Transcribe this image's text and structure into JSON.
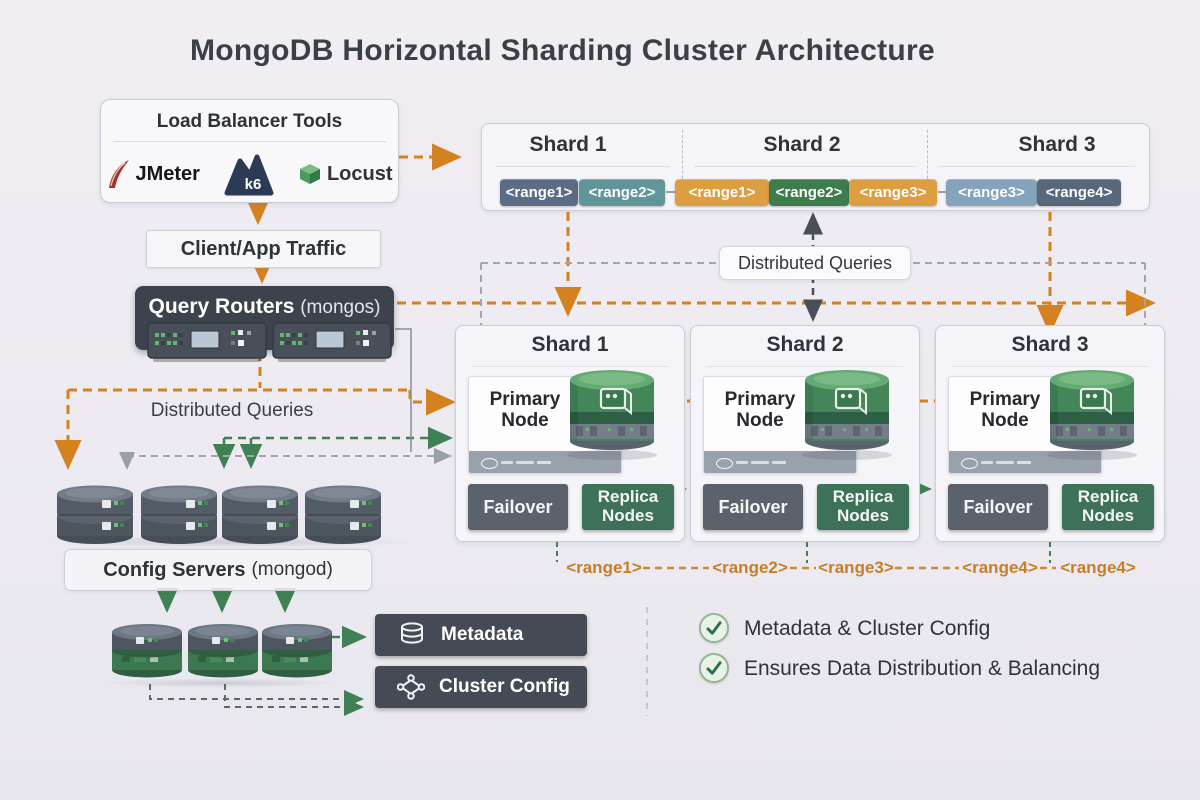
{
  "title": "MongoDB Horizontal Sharding Cluster Architecture",
  "load_balancer": {
    "title": "Load Balancer Tools",
    "tools": [
      "JMeter",
      "k6",
      "Locust"
    ]
  },
  "client_traffic_label": "Client/App Traffic",
  "query_routers": {
    "title": "Query Routers",
    "suffix": "(mongos)"
  },
  "range_map": {
    "shard1": {
      "label": "Shard 1",
      "ranges": [
        "<range1>",
        "<range2>"
      ]
    },
    "shard2": {
      "label": "Shard 2",
      "ranges": [
        "<range1>",
        "<range2>",
        "<range3>"
      ]
    },
    "shard3": {
      "label": "Shard 3",
      "ranges": [
        "<range3>",
        "<range4>"
      ]
    }
  },
  "distributed_queries_box_label": "Distributed Queries",
  "distributed_queries_left_label": "Distributed Queries",
  "shards": [
    {
      "title": "Shard 1",
      "primary_label": "Primary Node",
      "failover_label": "Failover",
      "replica_label": "Replica Nodes"
    },
    {
      "title": "Shard 2",
      "primary_label": "Primary Node",
      "failover_label": "Failover",
      "replica_label": "Replica Nodes"
    },
    {
      "title": "Shard 3",
      "primary_label": "Primary Node",
      "failover_label": "Failover",
      "replica_label": "Replica Nodes"
    }
  ],
  "config_servers": {
    "title": "Config Servers",
    "suffix": "(mongod)"
  },
  "metadata_box_label": "Metadata",
  "cluster_config_box_label": "Cluster Config",
  "bottom_ranges": [
    "<range1>",
    "<range2>",
    "<range3>",
    "<range4>",
    "<range4>"
  ],
  "checklist": [
    "Metadata & Cluster Config",
    "Ensures Data Distribution & Balancing"
  ],
  "colors": {
    "background": "#edebf1",
    "accent_orange": "#d4821f",
    "accent_green": "#3f7d54",
    "dark_panel": "#3d434c",
    "range_slate": "#5b6d85",
    "range_teal": "#619599",
    "range_amber": "#dc9e40",
    "range_green": "#3d7d4c",
    "range_steel": "#85a3bd",
    "range_darkslate": "#56687a",
    "failover_gray": "#5b626b",
    "replica_green": "#3e7258",
    "range_label_orange": "#c67f28"
  }
}
